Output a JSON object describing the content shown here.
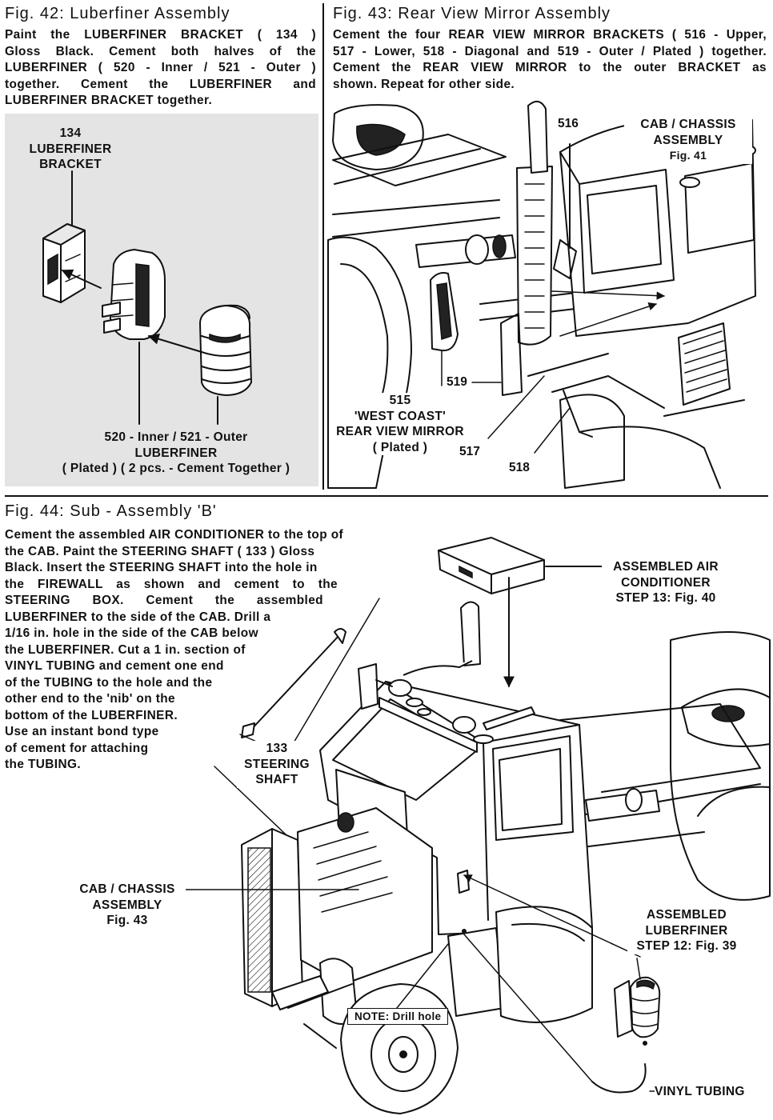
{
  "fig42": {
    "title": "Fig. 42: Luberfiner Assembly",
    "text_lines": [
      "Paint the LUBERFINER BRACKET ( 134 )",
      "Gloss Black. Cement both halves of the",
      "LUBERFINER ( 520 - Inner / 521 - Outer )",
      "together. Cement the LUBERFINER and",
      "LUBERFINER BRACKET together."
    ],
    "label_bracket": [
      "134",
      "LUBERFINER",
      "BRACKET"
    ],
    "label_luberfiner": [
      "520 - Inner / 521 - Outer",
      "LUBERFINER",
      "( Plated ) ( 2 pcs. - Cement Together )"
    ]
  },
  "fig43": {
    "title": "Fig. 43: Rear View Mirror Assembly",
    "text_lines": [
      "Cement the four REAR VIEW MIRROR BRACKETS ( 516 - Upper,",
      "517 - Lower, 518 - Diagonal and 519 - Outer / Plated ) together.",
      "Cement the REAR VIEW MIRROR to the outer BRACKET as",
      "shown. Repeat for other side."
    ],
    "part_516": "516",
    "part_519": "519",
    "part_517": "517",
    "part_518": "518",
    "label_cab": [
      "CAB / CHASSIS",
      "ASSEMBLY",
      "Fig. 41"
    ],
    "label_mirror": [
      "515",
      "'WEST COAST'",
      "REAR VIEW MIRROR",
      "( Plated )"
    ]
  },
  "fig44": {
    "title": "Fig. 44: Sub - Assembly 'B'",
    "text_lines": [
      "Cement the assembled AIR CONDITIONER to the top of",
      "the CAB. Paint the STEERING SHAFT ( 133 ) Gloss",
      "Black. Insert the STEERING SHAFT into the hole in",
      "the FIREWALL as shown and cement to the",
      "STEERING BOX. Cement the assembled",
      "LUBERFINER to the side of the CAB. Drill a",
      "1/16 in. hole in the side of the CAB below",
      "the LUBERFINER. Cut a 1 in. section of",
      "VINYL TUBING and cement one end",
      "of the TUBING to the hole and the",
      "other end to the 'nib' on the",
      "bottom of the LUBERFINER.",
      "Use an instant bond type",
      "of cement for attaching",
      "the TUBING."
    ],
    "label_ac": [
      "ASSEMBLED AIR",
      "CONDITIONER",
      "STEP 13: Fig. 40"
    ],
    "label_shaft": [
      "133",
      "STEERING",
      "SHAFT"
    ],
    "label_cab": [
      "CAB / CHASSIS",
      "ASSEMBLY",
      "Fig. 43"
    ],
    "label_luberfiner": [
      "ASSEMBLED",
      "LUBERFINER",
      "STEP 12: Fig. 39"
    ],
    "note": "NOTE: Drill hole",
    "label_tubing": "VINYL TUBING"
  }
}
